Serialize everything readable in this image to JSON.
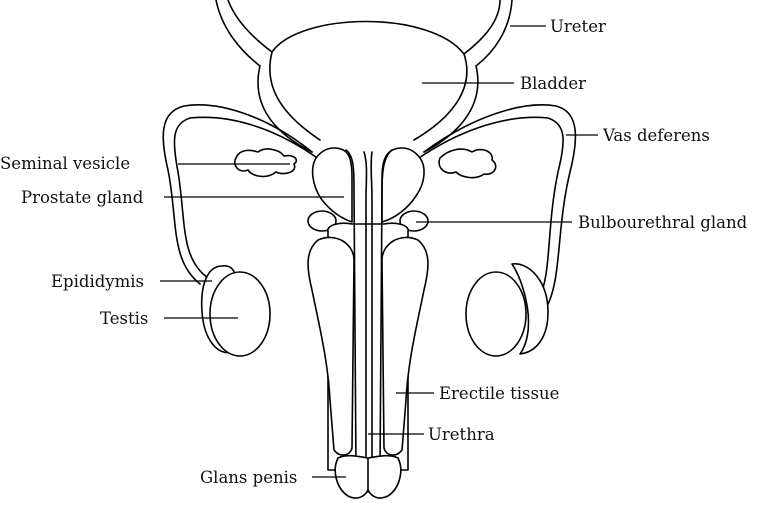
{
  "labels": {
    "ureter": "Ureter",
    "bladder": "Bladder",
    "vas_deferens": "Vas deferens",
    "seminal_vesicle": "Seminal vesicle",
    "prostate_gland": "Prostate gland",
    "bulbourethral_gland": "Bulbourethral gland",
    "epididymis": "Epididymis",
    "testis": "Testis",
    "erectile_tissue": "Erectile tissue",
    "urethra": "Urethra",
    "glans_penis": "Glans penis"
  },
  "colors": {
    "line": "#000000",
    "background": "#ffffff",
    "text": "#111111"
  }
}
